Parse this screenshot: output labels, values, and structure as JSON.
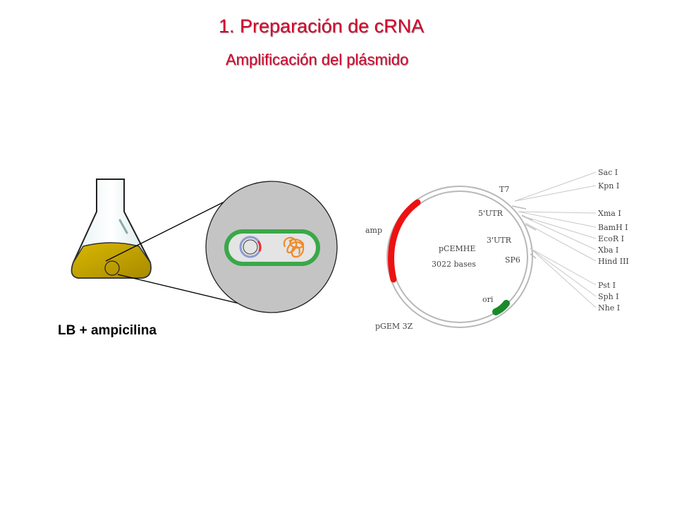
{
  "header": {
    "title": "1. Preparación de cRNA",
    "subtitle": "Amplificación del plásmido"
  },
  "flask": {
    "label": "LB + ampicilina"
  },
  "plasmid_map": {
    "name": "pCEMHE",
    "size": "3022 bases",
    "backbone": "pGEM 3Z",
    "features": {
      "amp": "amp",
      "ori": "ori",
      "t7": "T7",
      "utr5": "5'UTR",
      "utr3": "3'UTR",
      "sp6": "SP6"
    },
    "sites": [
      "Sac I",
      "Kpn I",
      "Xma I",
      "BamH I",
      "EcoR I",
      "Xba I",
      "Hind III",
      "Pst I",
      "Sph I",
      "Nhe I"
    ]
  },
  "colors": {
    "title": "#d4002a",
    "broth": "#c9a800",
    "cell_wall": "#2e9e3c",
    "amp_marker": "#ee1111",
    "ori_marker": "#1a8a2a"
  }
}
